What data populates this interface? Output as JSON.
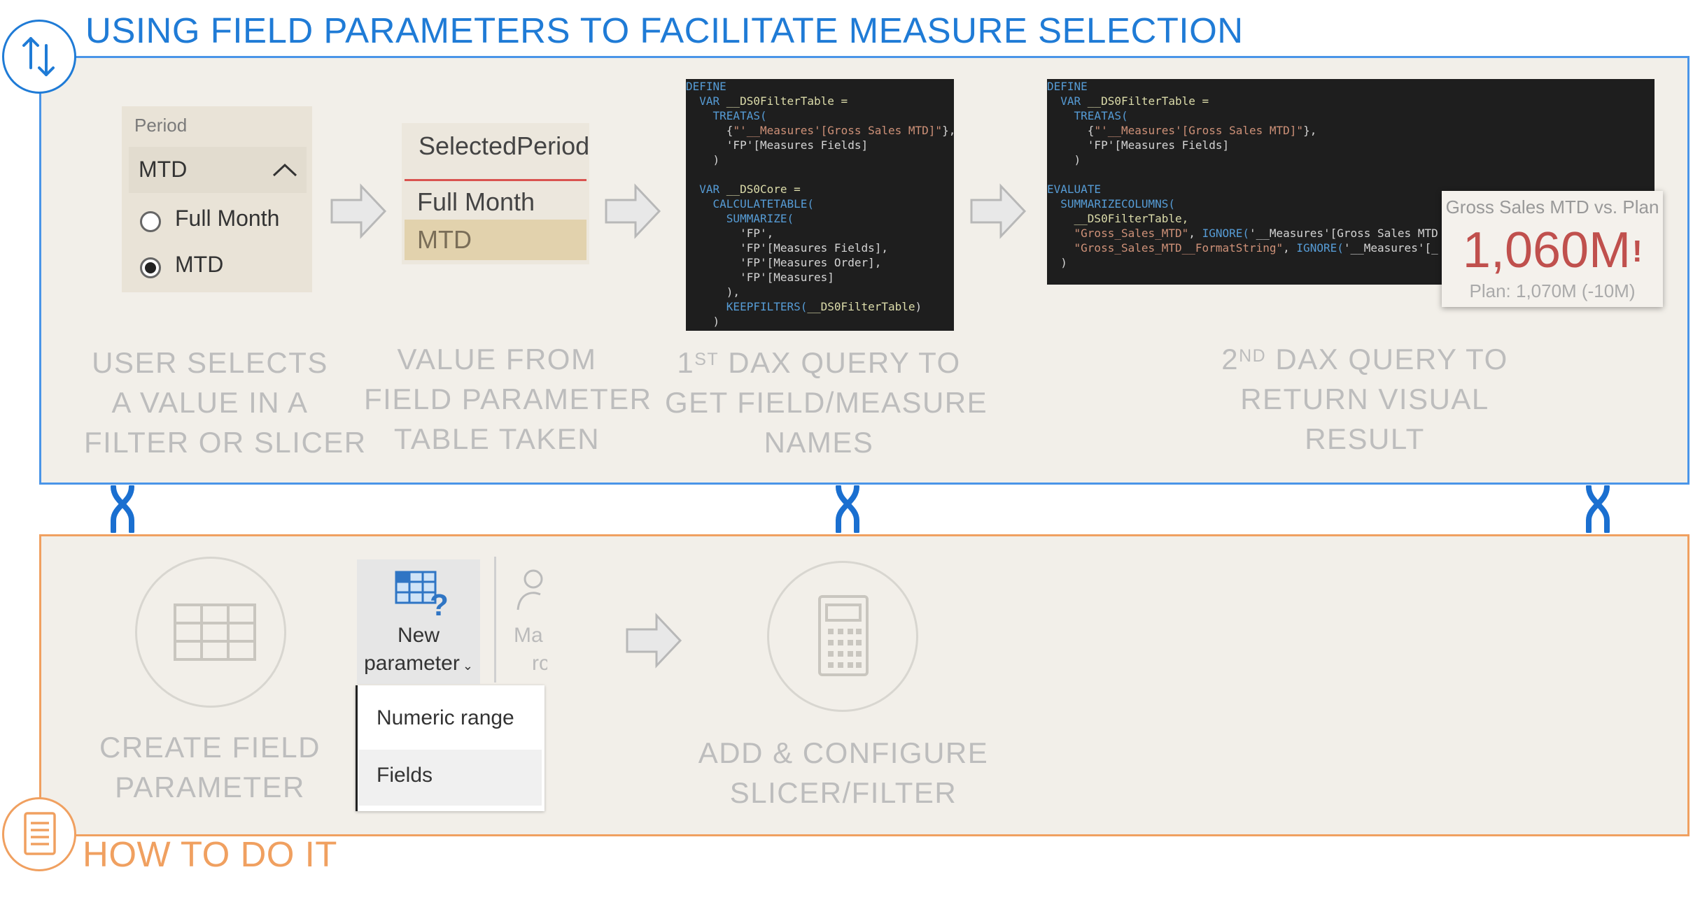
{
  "header": {
    "title": "USING FIELD PARAMETERS TO FACILITATE MEASURE SELECTION",
    "icon": "up-down-arrows-icon",
    "color": "#1f7bd6"
  },
  "footer": {
    "title": "HOW TO DO IT",
    "icon": "document-list-icon",
    "color": "#f0a060"
  },
  "steps": {
    "s1": [
      "USER SELECTS",
      "A VALUE IN A",
      "FILTER OR SLICER"
    ],
    "s2": [
      "VALUE FROM",
      "FIELD PARAMETER",
      "TABLE TAKEN"
    ],
    "s3": {
      "num": "1",
      "sup": "ST",
      "l1": " DAX QUERY TO",
      "l2": "GET FIELD/MEASURE",
      "l3": "NAMES"
    },
    "s4": {
      "num": "2",
      "sup": "ND",
      "l1": " DAX QUERY TO",
      "l2": "RETURN VISUAL",
      "l3": "RESULT"
    }
  },
  "slicer": {
    "title": "Period",
    "selected": "MTD",
    "options": [
      "Full Month",
      "MTD"
    ],
    "checked": "MTD"
  },
  "param_table": {
    "header": "SelectedPeriod",
    "rows": [
      "Full Month",
      "MTD"
    ],
    "selected_row": "MTD"
  },
  "code1": [
    [
      [
        "DEFINE",
        "#569cd6"
      ]
    ],
    [
      [
        "  VAR ",
        "#569cd6"
      ],
      [
        "__DS0FilterTable =",
        "#dcdcaa"
      ]
    ],
    [
      [
        "    TREATAS(",
        "#569cd6"
      ]
    ],
    [
      [
        "      {",
        "#d4d4d4"
      ],
      [
        "\"'__Measures'[Gross Sales MTD]\"",
        "#ce9178"
      ],
      [
        "},",
        "#d4d4d4"
      ]
    ],
    [
      [
        "      'FP'[Measures Fields]",
        "#d4d4d4"
      ]
    ],
    [
      [
        "    )",
        "#d4d4d4"
      ]
    ],
    [
      [
        "",
        "#d4d4d4"
      ]
    ],
    [
      [
        "  VAR ",
        "#569cd6"
      ],
      [
        "__DS0Core =",
        "#dcdcaa"
      ]
    ],
    [
      [
        "    CALCULATETABLE(",
        "#569cd6"
      ]
    ],
    [
      [
        "      SUMMARIZE(",
        "#569cd6"
      ]
    ],
    [
      [
        "        'FP',",
        "#d4d4d4"
      ]
    ],
    [
      [
        "        'FP'[Measures Fields],",
        "#d4d4d4"
      ]
    ],
    [
      [
        "        'FP'[Measures Order],",
        "#d4d4d4"
      ]
    ],
    [
      [
        "        'FP'[Measures]",
        "#d4d4d4"
      ]
    ],
    [
      [
        "      ),",
        "#d4d4d4"
      ]
    ],
    [
      [
        "      KEEPFILTERS(",
        "#569cd6"
      ],
      [
        "__DS0FilterTable",
        "#dcdcaa"
      ],
      [
        ")",
        "#d4d4d4"
      ]
    ],
    [
      [
        "    )",
        "#d4d4d4"
      ]
    ]
  ],
  "code2": [
    [
      [
        "DEFINE",
        "#569cd6"
      ]
    ],
    [
      [
        "  VAR ",
        "#569cd6"
      ],
      [
        "__DS0FilterTable =",
        "#dcdcaa"
      ]
    ],
    [
      [
        "    TREATAS(",
        "#569cd6"
      ]
    ],
    [
      [
        "      {",
        "#d4d4d4"
      ],
      [
        "\"'__Measures'[Gross Sales MTD]\"",
        "#ce9178"
      ],
      [
        "},",
        "#d4d4d4"
      ]
    ],
    [
      [
        "      'FP'[Measures Fields]",
        "#d4d4d4"
      ]
    ],
    [
      [
        "    )",
        "#d4d4d4"
      ]
    ],
    [
      [
        "",
        "#d4d4d4"
      ]
    ],
    [
      [
        "EVALUATE",
        "#569cd6"
      ]
    ],
    [
      [
        "  SUMMARIZECOLUMNS(",
        "#569cd6"
      ]
    ],
    [
      [
        "    __DS0FilterTable,",
        "#dcdcaa"
      ]
    ],
    [
      [
        "    \"Gross_Sales_MTD\"",
        "#ce9178"
      ],
      [
        ", ",
        "#d4d4d4"
      ],
      [
        "IGNORE(",
        "#569cd6"
      ],
      [
        "'__Measures'[Gross Sales MTD",
        ""
      ]
    ],
    [
      [
        "    \"Gross_Sales_MTD__FormatString\"",
        "#ce9178"
      ],
      [
        ", ",
        "#d4d4d4"
      ],
      [
        "IGNORE(",
        "#569cd6"
      ],
      [
        "'__Measures'[_",
        ""
      ]
    ],
    [
      [
        "  )",
        "#d4d4d4"
      ]
    ]
  ],
  "kpi": {
    "title": "Gross Sales MTD vs. Plan",
    "value": "1,060M",
    "alert": "!",
    "sub": "Plan: 1,070M (-10M)",
    "value_color": "#c0504d"
  },
  "how": {
    "step1": [
      "CREATE FIELD",
      "PARAMETER"
    ],
    "step2": [
      "ADD & CONFIGURE",
      "SLICER/FILTER"
    ],
    "ribbon": {
      "l1": "New",
      "l2": "parameter",
      "faded1": "Ma",
      "faded2": "rc"
    },
    "menu": [
      "Numeric range",
      "Fields"
    ]
  }
}
